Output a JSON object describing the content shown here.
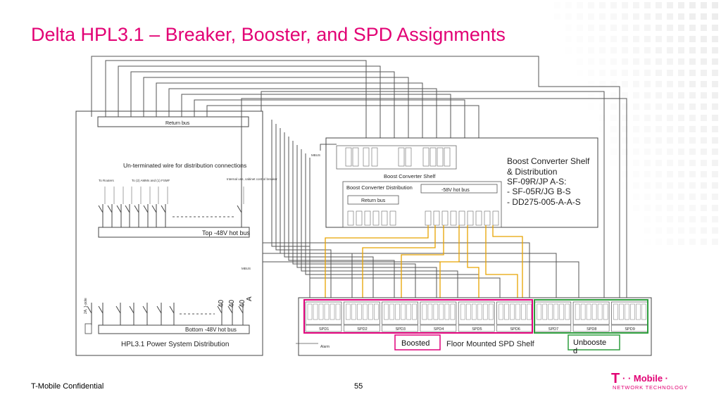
{
  "slide": {
    "title": "Delta HPL3.1 – Breaker, Booster, and SPD Assignments",
    "footer_left": "T-Mobile Confidential",
    "page_number": "55"
  },
  "diagram": {
    "return_bus": "Return bus",
    "unterminated": "Un-terminated wire for distribution connections",
    "top_hot_bus": "Top -48V hot bus",
    "bottom_hot_bus": "Bottom -48V hot bus",
    "power_system": "HPL3.1 Power System Distribution",
    "boost_shelf_inner": "Boost Converter Shelf",
    "boost_distribution": "Boost Converter Distribution",
    "return_bus_inner": "Return bus",
    "hot_bus_58": "-58V hot bus",
    "mbus": "MBUS",
    "alarm": "Alarm",
    "breaker_40a": "40",
    "breaker_a": "A",
    "breaker_2a": "2A, 1-pole",
    "to_routers": "To Routers",
    "to_amms": "To (2) AMMs and (1) FSMF",
    "internal_use": "Internal use, cabinet control breaker",
    "spd_labels": [
      "SPD1",
      "SPD2",
      "SPD3",
      "SPD4",
      "SPD5",
      "SPD6",
      "SPD7",
      "SPD8",
      "SPD9"
    ],
    "shelf_title_lines": [
      "Boost Converter Shelf",
      "& Distribution",
      "SF-09R/JP A-S:",
      "- SF-05R/JG B-S",
      "- DD275-005-A-A-S"
    ],
    "boosted": "Boosted",
    "unboosted_line1": "Unbooste",
    "unboosted_line2": "d",
    "floor_mounted": "Floor Mounted SPD Shelf"
  },
  "colors": {
    "accent": "#e20074",
    "boosted_box": "#e0007a",
    "unboosted_box": "#2e9e3e",
    "wire": "#555555",
    "orange_wire": "#e8a300"
  },
  "logo": {
    "mark": "T",
    "name": "· · Mobile ·",
    "tagline": "NETWORK TECHNOLOGY"
  }
}
